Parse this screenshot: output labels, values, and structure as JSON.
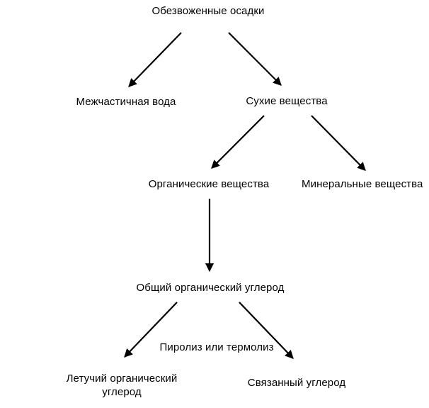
{
  "nodes": {
    "dewatered_sludge": "Обезвоженные осадки",
    "interparticle_water": "Межчастичная вода",
    "dry_matter": "Сухие вещества",
    "organic_matter": "Органические вещества",
    "mineral_matter": "Минеральные вещества",
    "total_organic_carbon": "Общий органический углерод",
    "volatile_organic_carbon_line1": "Летучий органический",
    "volatile_organic_carbon_line2": "углерод",
    "bound_carbon": "Связанный углерод"
  },
  "edge_labels": {
    "pyrolysis": "Пиролиз или термолиз"
  },
  "colors": {
    "line": "#000000",
    "text": "#000000",
    "background": "#ffffff"
  }
}
